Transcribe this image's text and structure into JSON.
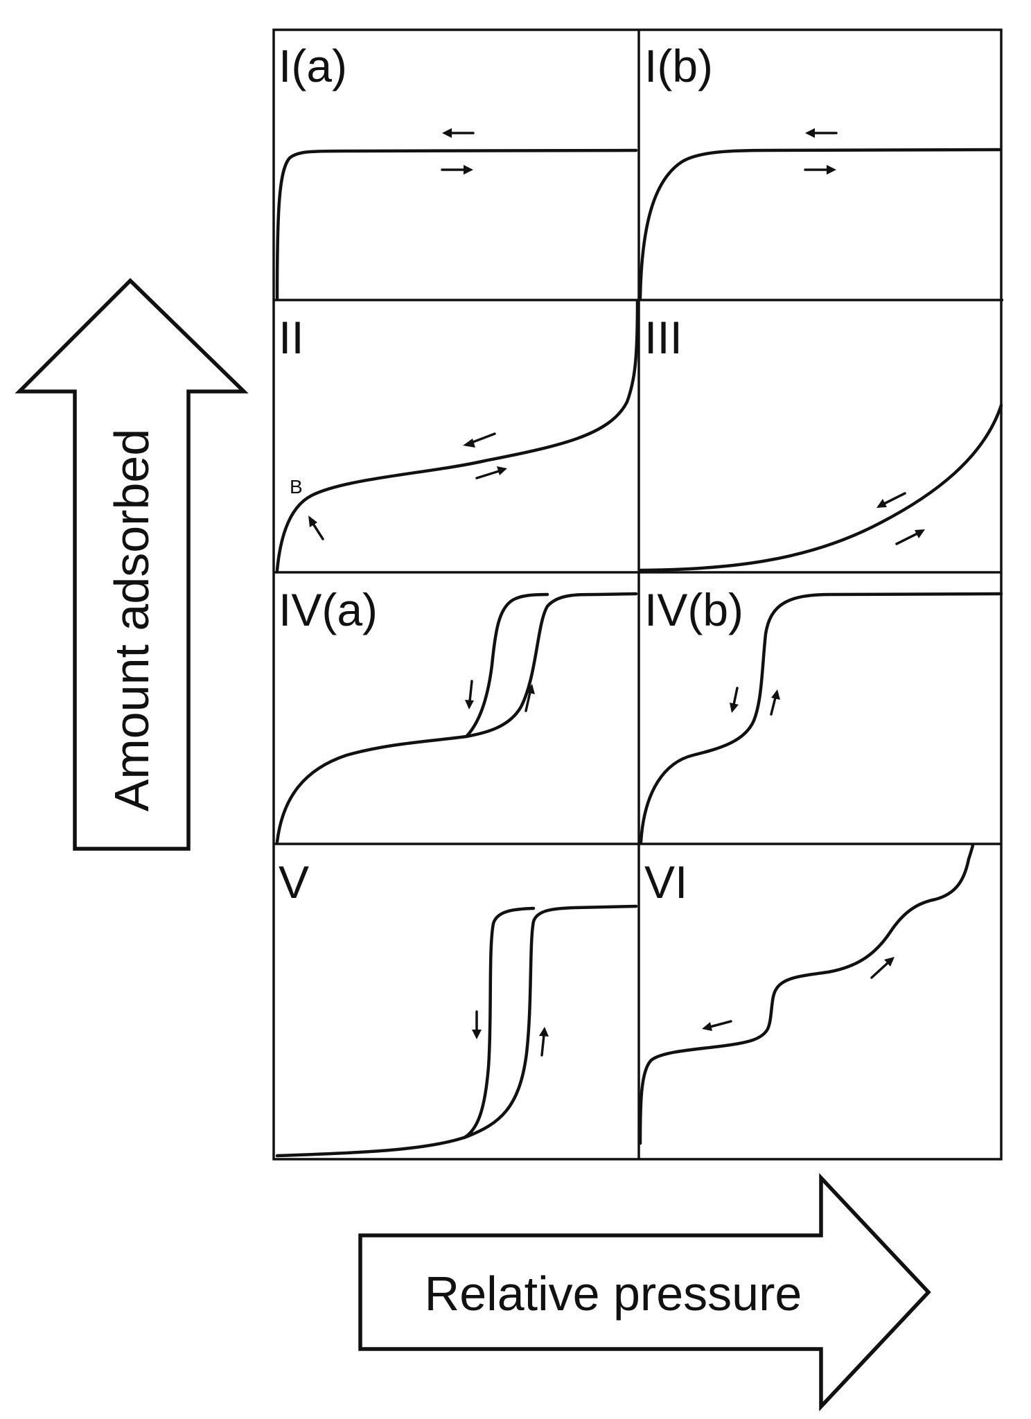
{
  "axes": {
    "y_label": "Amount adsorbed",
    "x_label": "Relative pressure"
  },
  "panels": [
    {
      "id": "Ia",
      "label": "I(a)"
    },
    {
      "id": "Ib",
      "label": "I(b)"
    },
    {
      "id": "II",
      "label": "II",
      "point_label": "B"
    },
    {
      "id": "III",
      "label": "III"
    },
    {
      "id": "IVa",
      "label": "IV(a)"
    },
    {
      "id": "IVb",
      "label": "IV(b)"
    },
    {
      "id": "V",
      "label": "V"
    },
    {
      "id": "VI",
      "label": "VI"
    }
  ],
  "colors": {
    "line": "#111111",
    "background": "#ffffff"
  }
}
